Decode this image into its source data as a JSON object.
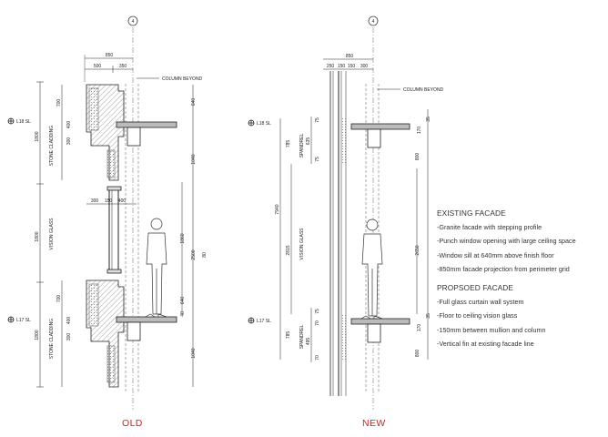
{
  "drawing": {
    "grid_marker": "4",
    "old_caption": "OLD",
    "new_caption": "NEW",
    "accent": "#d02020",
    "old": {
      "top_dim_total": "850",
      "top_dim_left": "500",
      "top_dim_right": "350",
      "column_label": "COLUMN BEYOND",
      "level_upper": "L18 SL",
      "level_lower": "L17 SL",
      "left_dims": [
        "1800",
        "1800",
        "1800"
      ],
      "cladding_label_upper": "STONE CLADDING",
      "cladding_label_lower": "STONE CLADDING",
      "vision_label": "VISION GLASS",
      "inner_dims": [
        "700",
        "400",
        "300",
        "700",
        "400",
        "300"
      ],
      "mid_dims": [
        "300",
        "150",
        "400"
      ],
      "right_dims": [
        "640",
        "1040",
        "1860",
        "2500",
        "640",
        "1040",
        "40",
        "80"
      ]
    },
    "new": {
      "top_dim_total": "850",
      "top_dim_parts": [
        "250",
        "150",
        "150",
        "300"
      ],
      "column_label": "COLUMN BEYOND",
      "level_upper": "L18 SL",
      "level_lower": "L17 SL",
      "left_dims": [
        "7940",
        "2815",
        "785",
        "785"
      ],
      "spandrel_label_upper": "SPANDREL",
      "spandrel_label_lower": "SPANDREL",
      "vision_label": "VISION GLASS",
      "inner_dims": [
        "75",
        "635",
        "75",
        "75",
        "70",
        "495",
        "70"
      ],
      "right_dims": [
        "35",
        "170",
        "800",
        "2650",
        "35",
        "170",
        "800"
      ]
    }
  },
  "notes": {
    "existing": {
      "heading": "EXISTING FACADE",
      "items": [
        "-Granite facade with stepping profile",
        "-Punch window opening with large ceiling space",
        "-Window sill at 640mm above finish floor",
        "-850mm facade projection from perimeter grid"
      ]
    },
    "proposed": {
      "heading": "PROPSOED FACADE",
      "items": [
        "-Full glass curtain wall system",
        "-Floor to ceiling vision glass",
        "-150mm between mullion and column",
        "-Vertical fin at existing facade line"
      ]
    }
  }
}
